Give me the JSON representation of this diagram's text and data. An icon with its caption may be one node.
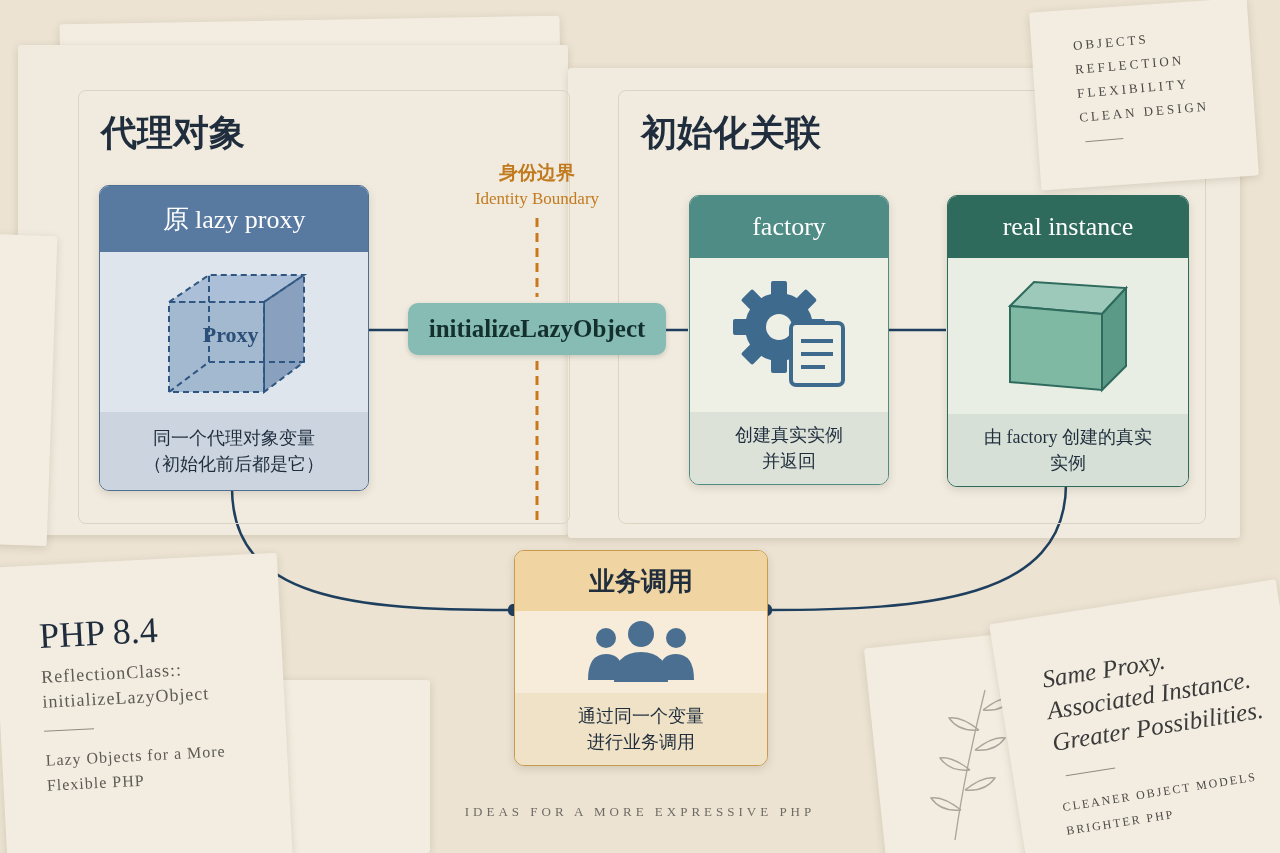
{
  "diagram": {
    "nodes": [
      {
        "text": [
          "代理对象"
        ]
      },
      {
        "text": [
          "原 lazy proxy",
          "Proxy",
          "同一个代理对象变量（初始化前后都是它）"
        ],
        "in": 0
      },
      {
        "text": [
          "初始化关联"
        ]
      },
      {
        "text": [
          "initializeLazyObject"
        ]
      },
      {
        "text": [
          "factory",
          "创建真实实例并返回"
        ],
        "in": 2
      },
      {
        "text": [
          "real instance",
          "由 factory 创建的真实实例"
        ],
        "in": 2
      },
      {
        "text": [
          "业务调用",
          "通过同一个变量进行业务调用"
        ]
      }
    ],
    "edges": [
      {
        "from": 1,
        "to": 3,
        "arrow": "none"
      },
      {
        "from": 3,
        "to": 4,
        "arrow": "none"
      },
      {
        "from": 4,
        "to": 5,
        "arrow": "none"
      },
      {
        "from": 1,
        "to": 6,
        "arrow": "other"
      },
      {
        "from": 5,
        "to": 6,
        "arrow": "other"
      }
    ],
    "labels": [
      "身份边界",
      "Identity Boundary",
      "OBJECTS",
      "REFLECTION",
      "FLEXIBILITY",
      "CLEAN DESIGN",
      "PHP 8.4",
      "ReflectionClass:: initializeLazyObject",
      "Lazy Objects for a More Flexible PHP",
      "Same Proxy.",
      "Associated Instance.",
      "Greater Possibilities.",
      "CLEANER OBJECT MODELS",
      "BRIGHTER PHP",
      "IDEAS FOR A MORE EXPRESSIVE PHP"
    ]
  }
}
